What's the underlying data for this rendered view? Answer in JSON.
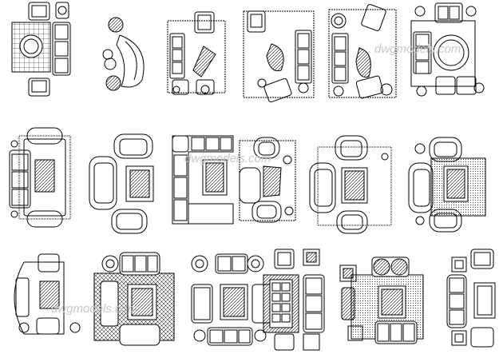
{
  "watermarks": [
    {
      "text": "dwgmodels.com"
    },
    {
      "text": "dwgmodels.com"
    },
    {
      "text": "dwgmodels.com"
    }
  ],
  "blocks": [
    {
      "name": "set-r1-1"
    },
    {
      "name": "set-r1-2"
    },
    {
      "name": "set-r1-3"
    },
    {
      "name": "set-r1-4"
    },
    {
      "name": "set-r1-5"
    },
    {
      "name": "set-r1-6"
    },
    {
      "name": "set-r2-1"
    },
    {
      "name": "set-r2-2"
    },
    {
      "name": "set-r2-3"
    },
    {
      "name": "set-r2-4"
    },
    {
      "name": "set-r2-5"
    },
    {
      "name": "set-r2-6"
    },
    {
      "name": "set-r3-1"
    },
    {
      "name": "set-r3-2"
    },
    {
      "name": "set-r3-3"
    },
    {
      "name": "set-r3-4"
    },
    {
      "name": "set-r3-5"
    },
    {
      "name": "set-r3-6"
    }
  ]
}
